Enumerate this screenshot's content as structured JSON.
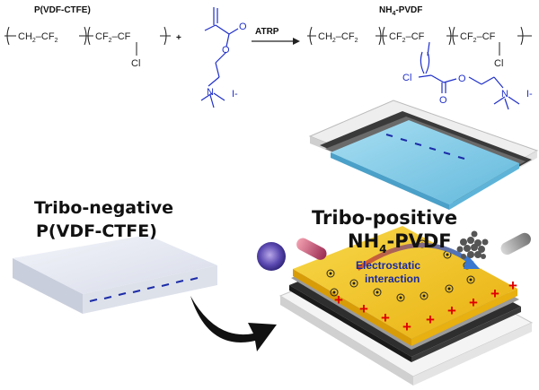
{
  "top": {
    "label_left": "P(VDF-CTFE)",
    "label_right": "NH4-PVDF",
    "label_right_main": "NH",
    "label_right_sub": "4",
    "label_right_tail": "-PVDF",
    "arrow_label": "ATRP",
    "plus": "+",
    "g_ch2": "CH2",
    "g_cf2": "CF2",
    "g_cf": "CF",
    "g_cl": "Cl",
    "g_o": "O",
    "g_n": "N",
    "g_i": "I-",
    "g_dash": "–"
  },
  "bottom": {
    "neg_line1": "Tribo-negative",
    "neg_line2": "P(VDF-CTFE)",
    "pos_line1": "Tribo-positive",
    "pos_line2_main": "NH",
    "pos_line2_sub": "4",
    "pos_line2_tail": "-PVDF",
    "inter_line1": "Electrostatic",
    "inter_line2": "interaction"
  },
  "colors": {
    "chem_blue": "#2030c8",
    "film_gray": "#e4e7f0",
    "yellow": "#f2c51a",
    "cyan": "#8ed0ea",
    "plus_red": "#e00000",
    "minus_blue": "#1c2ca8"
  }
}
